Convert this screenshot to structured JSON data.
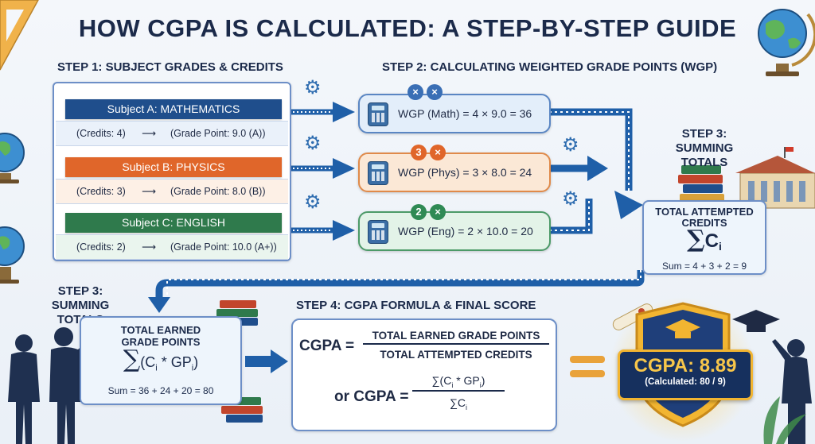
{
  "title": "HOW CGPA IS CALCULATED: A STEP-BY-STEP GUIDE",
  "step1": {
    "heading": "STEP 1: SUBJECT GRADES & CREDITS",
    "subjects": [
      {
        "name": "Subject A: MATHEMATICS",
        "credits": "(Credits: 4)",
        "grade": "(Grade Point: 9.0 (A))",
        "color": "#1f4e8c",
        "row_color": "#eaf1fa"
      },
      {
        "name": "Subject B: PHYSICS",
        "credits": "(Credits: 3)",
        "grade": "(Grade Point: 8.0 (B))",
        "color": "#e0662a",
        "row_color": "#fdf0e6"
      },
      {
        "name": "Subject C: ENGLISH",
        "credits": "(Credits: 2)",
        "grade": "(Grade Point: 10.0 (A+))",
        "color": "#2f7a4c",
        "row_color": "#eaf5ee"
      }
    ]
  },
  "step2": {
    "heading": "STEP 2: CALCULATING WEIGHTED GRADE POINTS (WGP)",
    "items": [
      {
        "text": "WGP (Math) = 4 × 9.0 = 36",
        "badge1": "×",
        "badge2": "×",
        "bg": "#e3eefa",
        "border": "#5a86c3",
        "badge_color": "#3a6fb5"
      },
      {
        "text": "WGP (Phys) = 3 × 8.0 = 24",
        "badge1": "3",
        "badge2": "×",
        "bg": "#fbe8d6",
        "border": "#e08a4a",
        "badge_color": "#e0662a"
      },
      {
        "text": "WGP (Eng) = 2 × 10.0 = 20",
        "badge1": "2",
        "badge2": "×",
        "bg": "#e3f3e8",
        "border": "#4c9a68",
        "badge_color": "#2f8a54"
      }
    ]
  },
  "step3_right": {
    "heading_line1": "STEP 3:",
    "heading_line2": "SUMMING TOTALS",
    "box_title_line1": "TOTAL ATTEMPTED",
    "box_title_line2": "CREDITS",
    "sigma": "∑",
    "symbol": "C",
    "subscript": "i",
    "sum": "Sum = 4 + 3 + 2 = 9"
  },
  "step3_left": {
    "heading_line1": "STEP 3:",
    "heading_line2": "SUMMING TOTALS",
    "box_title_line1": "TOTAL EARNED",
    "box_title_line2": "GRADE POINTS",
    "sigma": "∑",
    "expr_open": "(C",
    "expr_sub1": "i",
    "expr_mid": " * GP",
    "expr_sub2": "i",
    "expr_close": ")",
    "sum": "Sum = 36 + 24 + 20 = 80"
  },
  "step4": {
    "heading": "STEP 4: CGPA FORMULA & FINAL SCORE",
    "lhs1": "CGPA =",
    "numerator1": "TOTAL EARNED GRADE POINTS",
    "denominator1": "TOTAL ATTEMPTED CREDITS",
    "lhs2": "or CGPA =",
    "num2_sigma": "∑",
    "num2_open": "(C",
    "num2_sub1": "i",
    "num2_mid": " * GP",
    "num2_sub2": "i",
    "num2_close": ")",
    "den2_sigma": "∑",
    "den2_sym": "C",
    "den2_sub": "i"
  },
  "result": {
    "score": "CGPA: 8.89",
    "calc": "(Calculated: 80 / 9)",
    "shield_color": "#1f3f7a",
    "gold": "#f2b531"
  }
}
